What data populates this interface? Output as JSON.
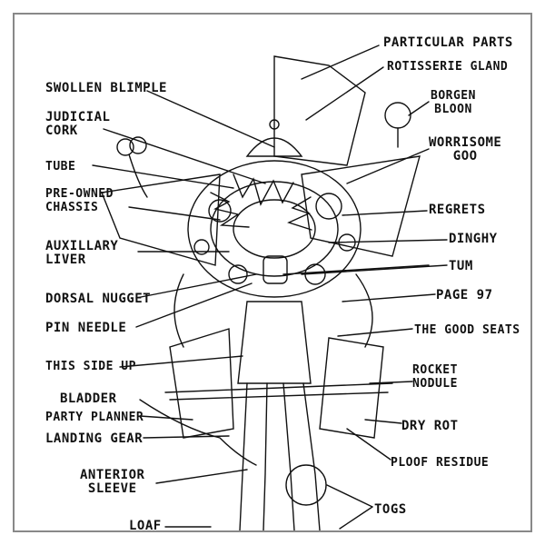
{
  "labels": {
    "particular_parts": "PARTICULAR PARTS",
    "rotisserie_gland": "ROTISSERIE GLAND",
    "borgen_bloon": "BORGEN\nBLOON",
    "swollen_blimple": "SWOLLEN BLIMPLE",
    "judicial_cork": "JUDICIAL\nCORK",
    "worrisome_goo": "WORRISOME\nGOO",
    "tube": "TUBE",
    "pre_owned_chassis": "PRE-OWNED\nCHASSIS",
    "regrets": "REGRETS",
    "dinghy": "DINGHY",
    "auxillary_liver": "AUXILLARY\nLIVER",
    "tum": "TUM",
    "dorsal_nugget": "DORSAL NUGGET",
    "page_97": "PAGE 97",
    "pin_needle": "PIN NEEDLE",
    "the_good_seats": "THE GOOD SEATS",
    "this_side_up": "THIS SIDE UP",
    "rocket_nodule": "ROCKET\nNODULE",
    "bladder": "BLADDER",
    "party_planner": "PARTY PLANNER",
    "dry_rot": "DRY ROT",
    "landing_gear": "LANDING GEAR",
    "ploof_residue": "PLOOF RESIDUE",
    "anterior_sleeve": "ANTERIOR\nSLEEVE",
    "togs": "TOGS",
    "loaf": "LOAF"
  }
}
